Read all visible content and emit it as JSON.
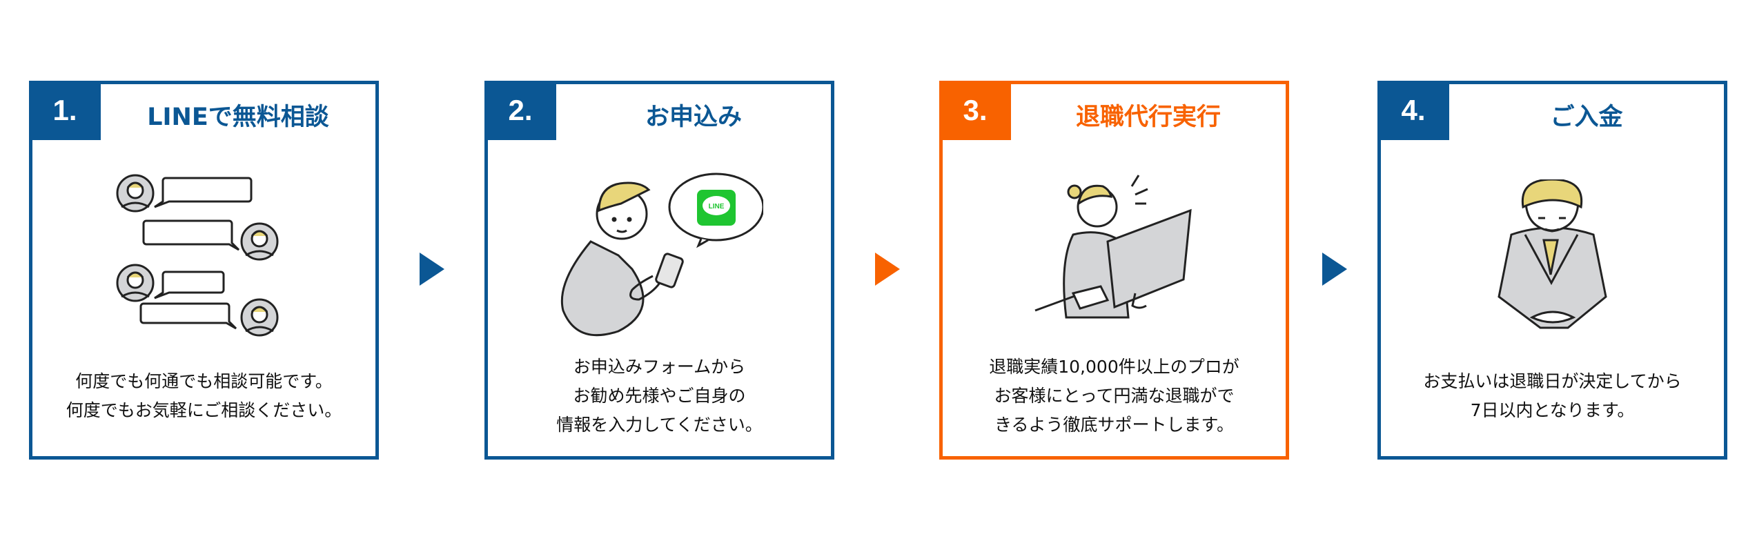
{
  "colors": {
    "primary": "#0b5794",
    "accent": "#f86200",
    "hair": "#e8d67a",
    "suit": "#d4d5d7",
    "line_green": "#1fc531"
  },
  "steps": [
    {
      "number": "1.",
      "title": "LINEで無料相談",
      "illustration": "chat-bubbles-icon",
      "lines": [
        "何度でも何通でも相談可能です。",
        "何度でもお気軽にご相談ください。"
      ]
    },
    {
      "number": "2.",
      "title": "お申込み",
      "illustration": "person-phone-line-icon",
      "line_logo": "LINE",
      "lines": [
        "お申込みフォームから",
        "お勧め先様やご自身の",
        "情報を入力してください。"
      ]
    },
    {
      "number": "3.",
      "title": "退職代行実行",
      "illustration": "operator-computer-icon",
      "lines": [
        "退職実績10,000件以上のプロが",
        "お客様にとって円満な退職がで",
        "きるよう徹底サポートします。"
      ]
    },
    {
      "number": "4.",
      "title": "ご入金",
      "illustration": "bowing-businessman-icon",
      "lines": [
        "お支払いは退職日が決定してから",
        "7日以内となります。"
      ]
    }
  ]
}
